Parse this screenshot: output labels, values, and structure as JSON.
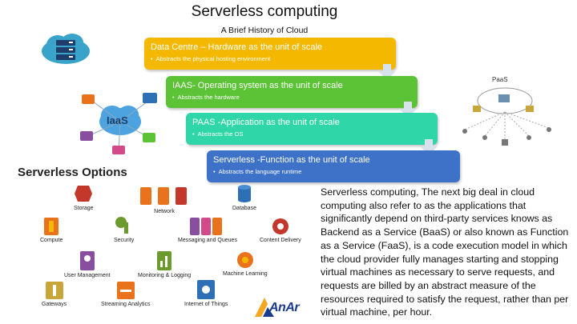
{
  "title": "Serverless computing",
  "subtitle": "A Brief History of Cloud",
  "steps": [
    {
      "heading": "Data Centre – Hardware as the unit of scale",
      "bullet": "Abstracts the physical hosting environment",
      "color": "#f5b800"
    },
    {
      "heading": "IAAS- Operating system as the unit of scale",
      "bullet": "Abstracts the hardware",
      "color": "#5cc236"
    },
    {
      "heading": "PAAS -Application as the unit of scale",
      "bullet": "Abstracts the OS",
      "color": "#2fd7a8"
    },
    {
      "heading": "Serverless  -Function as the unit of scale",
      "bullet": "Abstracts the language runtime",
      "color": "#3e72c9"
    }
  ],
  "options": {
    "title": "Serverless Options",
    "items": {
      "storage": "Storage",
      "network": "Network",
      "database": "Database",
      "compute": "Compute",
      "security": "Security",
      "messaging": "Messaging and Queues",
      "content_delivery": "Content Delivery",
      "user_management": "User Management",
      "monitoring": "Monitoring & Logging",
      "machine_learning": "Machine Learning",
      "gateways": "Gateways",
      "streaming": "Streaming Analytics",
      "iot": "Internet of Things"
    }
  },
  "iaas_label": "IaaS",
  "paas_label": "PaaS",
  "body": "Serverless computing, The next big deal in cloud computing also refer to as the applications that significantly depend on third-party services knows as Backend as a Service (BaaS) or also known as Function as a Service (FaaS), is a code execution model in which the cloud provider fully manages starting and stopping virtual machines as necessary to serve requests, and requests are billed by an abstract measure of the resources required to satisfy the request, rather than per virtual machine, per hour.",
  "logo_text": "AnAr",
  "colors": {
    "aws_orange": "#e8731c",
    "aws_red": "#c4372b",
    "aws_purple": "#8a4ea0",
    "aws_blue": "#2f6fb6",
    "aws_green": "#6c9a2e"
  }
}
